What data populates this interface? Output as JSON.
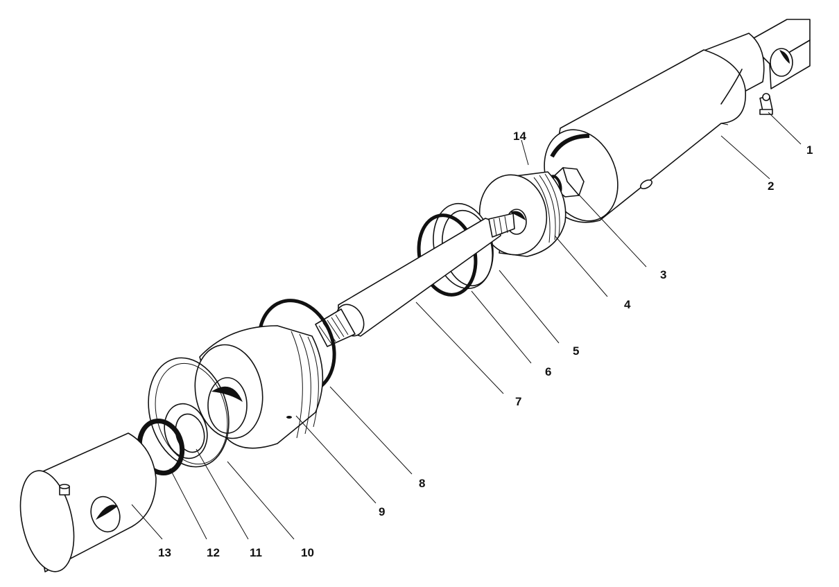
{
  "figure": {
    "callouts": [
      {
        "id": "1",
        "label": "1"
      },
      {
        "id": "2",
        "label": "2"
      },
      {
        "id": "3",
        "label": "3"
      },
      {
        "id": "4",
        "label": "4"
      },
      {
        "id": "5",
        "label": "5"
      },
      {
        "id": "6",
        "label": "6"
      },
      {
        "id": "7",
        "label": "7"
      },
      {
        "id": "8",
        "label": "8"
      },
      {
        "id": "9",
        "label": "9"
      },
      {
        "id": "10",
        "label": "10"
      },
      {
        "id": "11",
        "label": "11"
      },
      {
        "id": "12",
        "label": "12"
      },
      {
        "id": "13",
        "label": "13"
      },
      {
        "id": "14",
        "label": "14"
      }
    ],
    "colors": {
      "ink": "#111111",
      "paper": "#ffffff"
    }
  }
}
